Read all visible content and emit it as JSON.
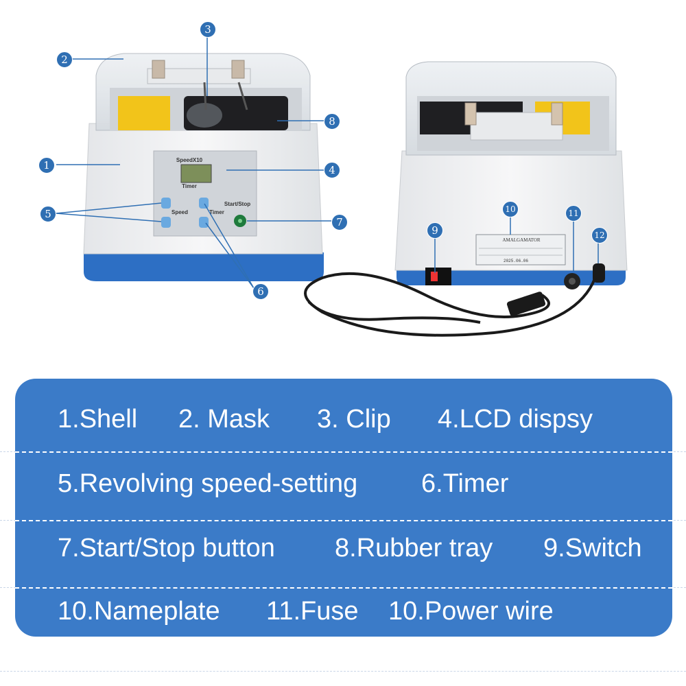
{
  "callouts": [
    "1",
    "2",
    "3",
    "4",
    "5",
    "6",
    "7",
    "8",
    "9",
    "10",
    "11",
    "12"
  ],
  "panel": {
    "speed_label": "SpeedX10",
    "timer_label": "Timer",
    "speed_btn_label": "Speed",
    "timer_btn_label": "Timer",
    "start_stop_label": "Start/Stop"
  },
  "nameplate": {
    "title": "AMALGAMATOR",
    "date": "2025.06.06"
  },
  "legend": {
    "row1": [
      "1.Shell",
      "2. Mask",
      "3. Clip",
      "4.LCD dispsy"
    ],
    "row2": [
      "5.Revolving speed-setting",
      "6.Timer"
    ],
    "row3": [
      "7.Start/Stop button",
      "8.Rubber tray",
      "9.Switch"
    ],
    "row4": [
      "10.Nameplate",
      "11.Fuse",
      "10.Power wire"
    ]
  },
  "colors": {
    "accent_blue": "#3b7bc8",
    "callout_blue": "#2f6fb3",
    "base_blue": "#2d6fc4",
    "warning_yellow": "#f2c41a"
  }
}
